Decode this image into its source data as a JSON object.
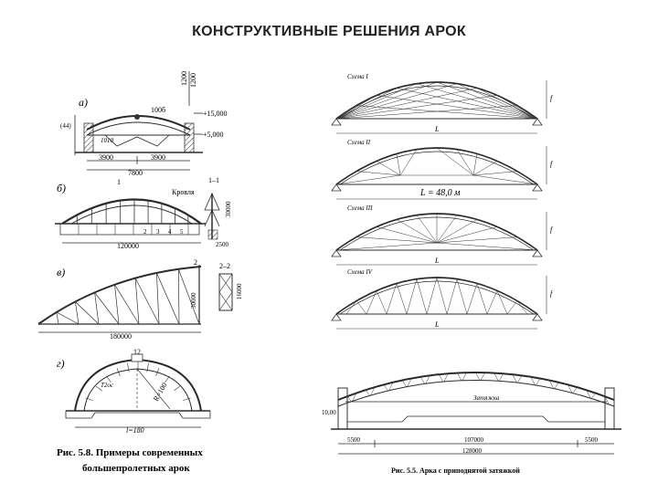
{
  "slide": {
    "title": "КОНСТРУКТИВНЫЕ РЕШЕНИЯ АРОК"
  },
  "fig58": {
    "panel_labels": [
      "а)",
      "б)",
      "в)",
      "г)"
    ],
    "a": {
      "dims_top": [
        "1200",
        "1200",
        "100б"
      ],
      "elevations": [
        "+15,000",
        "+5,000"
      ],
      "left_dim": "(44)",
      "mid_label": "1010",
      "span_parts": [
        "3900",
        "3900"
      ],
      "span_total": "7800"
    },
    "b": {
      "section_label": "1–1",
      "roof_label": "Кровля",
      "marker": "1",
      "height": "30000",
      "side_dim": "2500",
      "span": "120000",
      "node_numbers": [
        "2",
        "3",
        "4",
        "5"
      ]
    },
    "c": {
      "section_label": "2–2",
      "marker": "2",
      "height": "30000",
      "depth": "16000",
      "span": "180000"
    },
    "d": {
      "top_dim": "12",
      "left_label": "T2oc",
      "radius": "R=100",
      "span": "l=180"
    },
    "caption_line1": "Рис. 5.8. Примеры современных",
    "caption_line2": "большепролетных арок"
  },
  "fig55": {
    "schemes": [
      {
        "label": "Схема I",
        "span": "L"
      },
      {
        "label": "Схема II",
        "span": "L = 48,0 м"
      },
      {
        "label": "Схема III",
        "span": "L"
      },
      {
        "label": "Схема IV",
        "span": "L"
      }
    ],
    "rise_label": "f",
    "tie_label": "Затяжка",
    "elevation": "10,00",
    "dims_bottom": [
      "5500",
      "107000",
      "5500"
    ],
    "total": "128000",
    "caption": "Рис. 5.5. Арка с приподнятой затяжкой"
  }
}
